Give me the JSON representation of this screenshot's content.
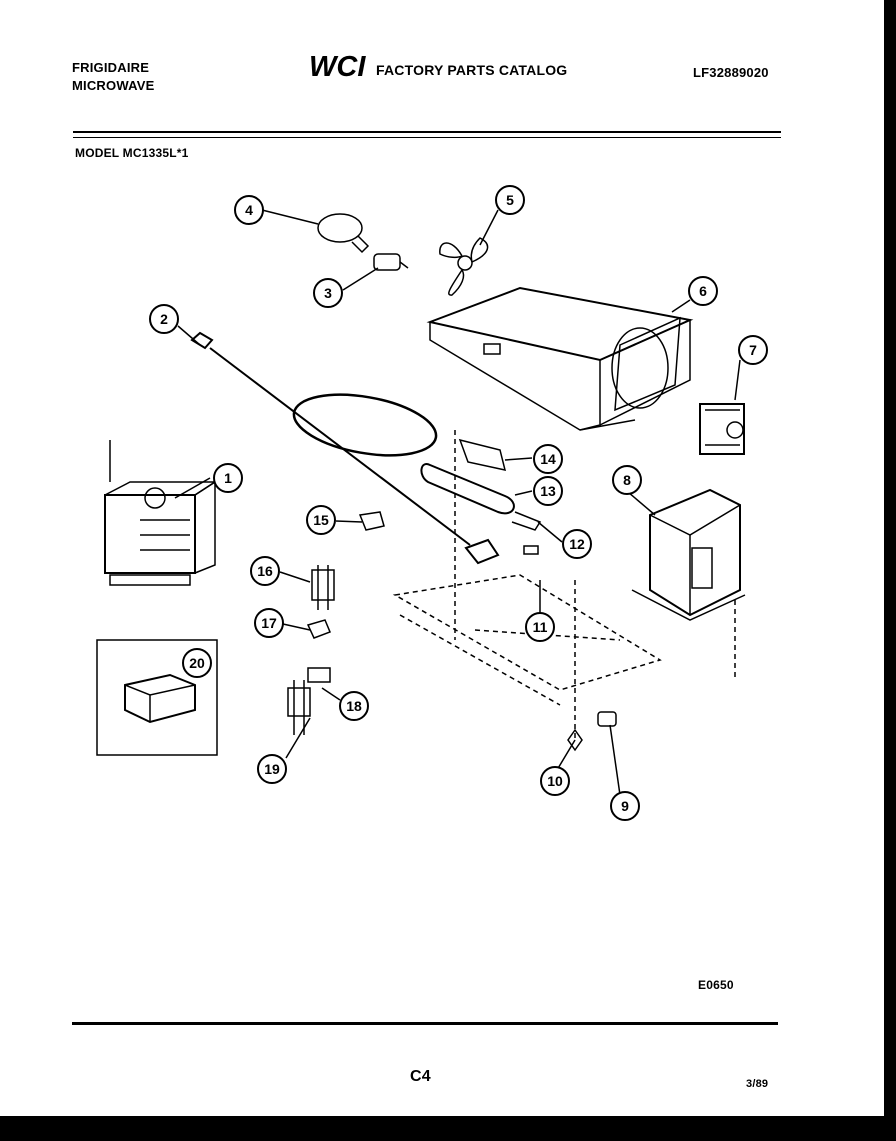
{
  "header": {
    "brand_line1": "FRIGIDAIRE",
    "brand_line2": "MICROWAVE",
    "logo_text": "WCI",
    "catalog_title": "FACTORY PARTS CATALOG",
    "catalog_number": "LF32889020",
    "model": "MODEL MC1335L*1"
  },
  "callouts": [
    "1",
    "2",
    "3",
    "4",
    "5",
    "6",
    "7",
    "8",
    "9",
    "10",
    "11",
    "12",
    "13",
    "14",
    "15",
    "16",
    "17",
    "18",
    "19",
    "20"
  ],
  "footer": {
    "diagram_code": "E0650",
    "page": "C4",
    "date": "3/89"
  }
}
